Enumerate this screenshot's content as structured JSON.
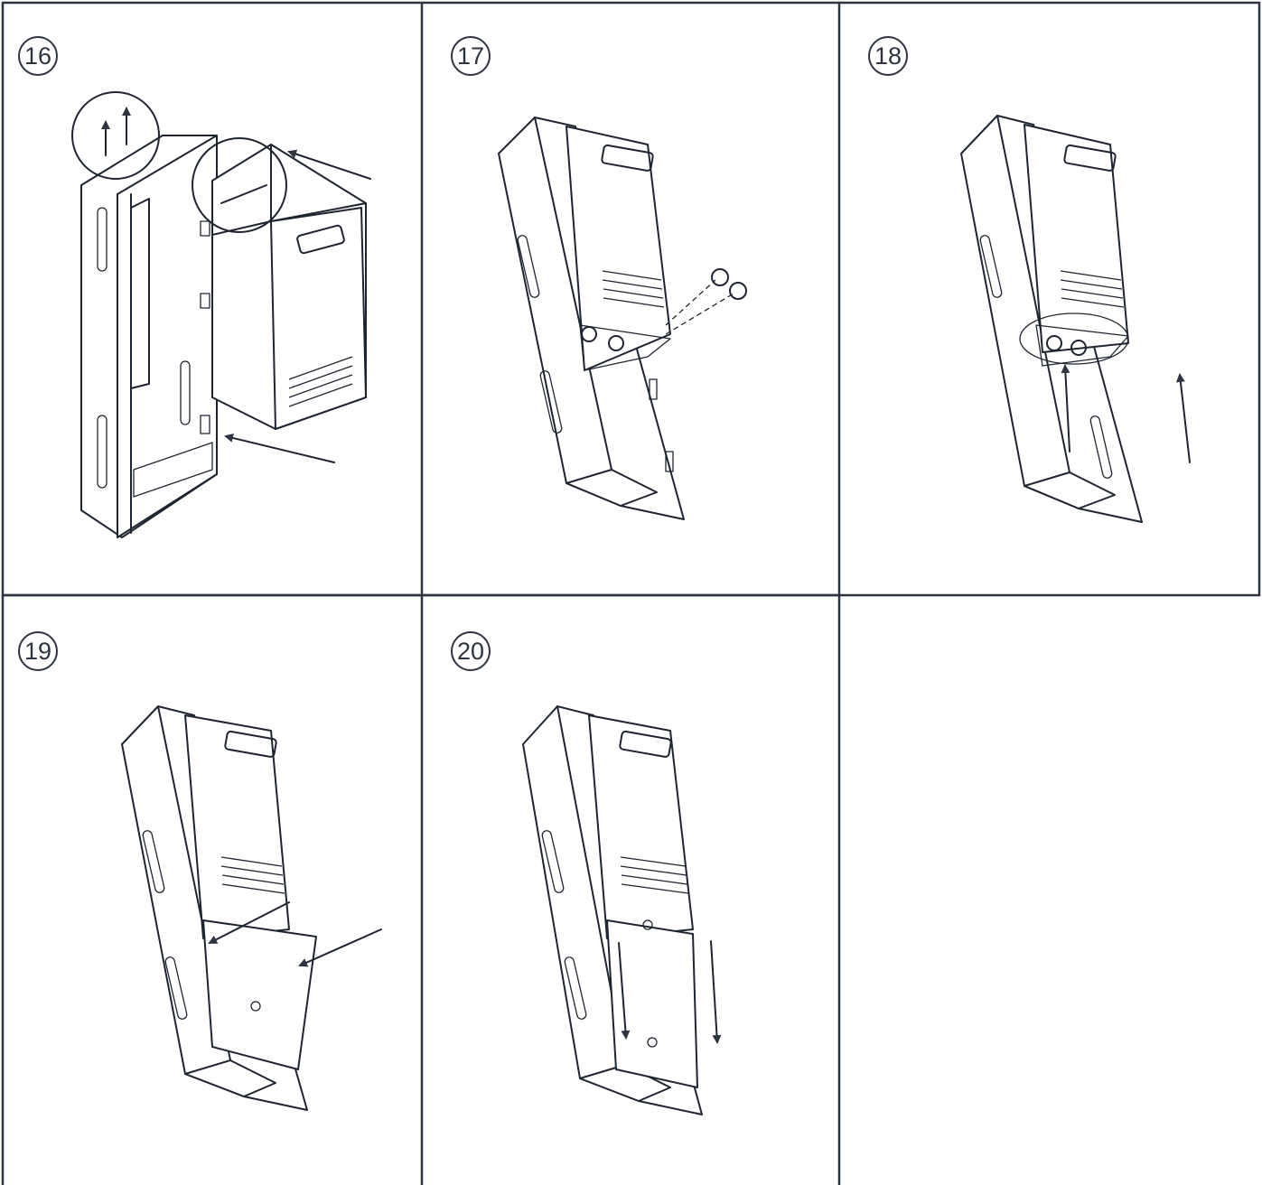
{
  "colors": {
    "line": "#2e3440",
    "arrow": "#2e3440",
    "background": "#ffffff"
  },
  "steps": [
    {
      "number": "16",
      "illustration": "unit-slide-into-recess-box",
      "arrows": [
        "up",
        "up",
        "into-box",
        "into-box"
      ]
    },
    {
      "number": "17",
      "illustration": "fasten-screws-bottom",
      "arrows": []
    },
    {
      "number": "18",
      "illustration": "lift-unit-into-box",
      "arrows": [
        "up",
        "up"
      ]
    },
    {
      "number": "19",
      "illustration": "attach-front-cover",
      "arrows": [
        "into-box",
        "into-box"
      ]
    },
    {
      "number": "20",
      "illustration": "slide-cover-down",
      "arrows": [
        "down",
        "down"
      ]
    }
  ]
}
